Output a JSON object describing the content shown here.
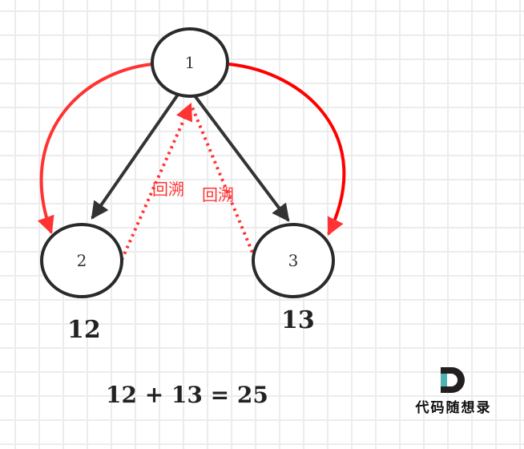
{
  "nodes": [
    {
      "id": "1",
      "label": "1"
    },
    {
      "id": "2",
      "label": "2"
    },
    {
      "id": "3",
      "label": "3"
    }
  ],
  "edge_labels": {
    "backtrack_left": "回溯",
    "backtrack_right": "回溯"
  },
  "path_sums": {
    "left": "12",
    "right": "13"
  },
  "equation": "12 + 13 = 25",
  "logo_text": "代码随想录",
  "colors": {
    "node_stroke": "#2a2a2a",
    "red": "#ff3333",
    "arrow": "#333333",
    "logo_teal": "#4fb3b3"
  }
}
